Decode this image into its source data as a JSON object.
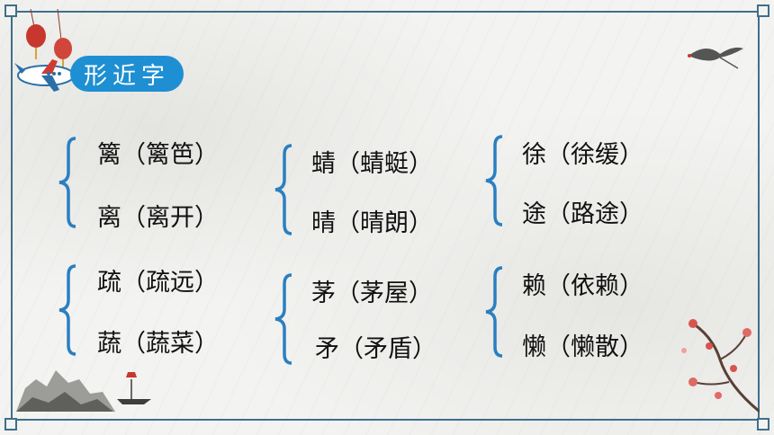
{
  "title": "形近字",
  "groups": [
    {
      "items": [
        {
          "char": "篱",
          "word": "（篱笆）"
        },
        {
          "char": "离",
          "word": "（离开）"
        }
      ]
    },
    {
      "items": [
        {
          "char": "蜻",
          "word": "（蜻蜓）"
        },
        {
          "char": "晴",
          "word": "（晴朗）"
        }
      ]
    },
    {
      "items": [
        {
          "char": "徐",
          "word": "（徐缓）"
        },
        {
          "char": "途",
          "word": "（路途）"
        }
      ]
    },
    {
      "items": [
        {
          "char": "疏",
          "word": "（疏远）"
        },
        {
          "char": "蔬",
          "word": "（蔬菜）"
        }
      ]
    },
    {
      "items": [
        {
          "char": "茅",
          "word": "（茅屋）"
        },
        {
          "char": "矛",
          "word": "（矛盾）"
        }
      ]
    },
    {
      "items": [
        {
          "char": "赖",
          "word": "（依赖）"
        },
        {
          "char": "懒",
          "word": "（懒散）"
        }
      ]
    }
  ],
  "colors": {
    "accent": "#1e8fd2",
    "brace": "#2a7fc0",
    "frame": "#3f6f8a",
    "text": "#111111"
  },
  "icons": [
    "lantern-icon",
    "plane-icon",
    "crane-icon",
    "plum-blossom-icon",
    "landscape-icon"
  ]
}
